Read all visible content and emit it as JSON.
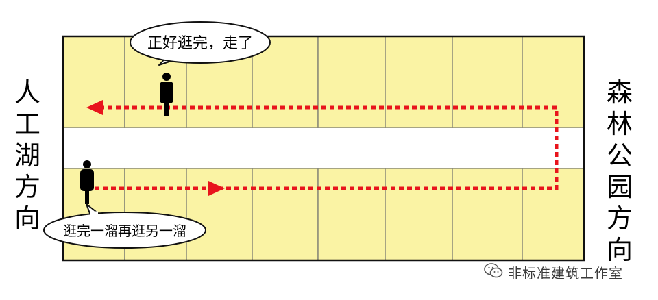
{
  "labels": {
    "left_direction": "人工湖方向",
    "right_direction": "森林公园方向"
  },
  "bubbles": {
    "top": "正好逛完，走了",
    "bottom": "逛完一溜再逛另一溜"
  },
  "watermark": {
    "text": "非标准建筑工作室",
    "icon": "wechat-icon"
  },
  "colors": {
    "shop_fill": "#FAF3A4",
    "shop_border": "#8A8A78",
    "outline": "#111111",
    "route": "#E8141C",
    "aisle": "#FFFFFF"
  }
}
